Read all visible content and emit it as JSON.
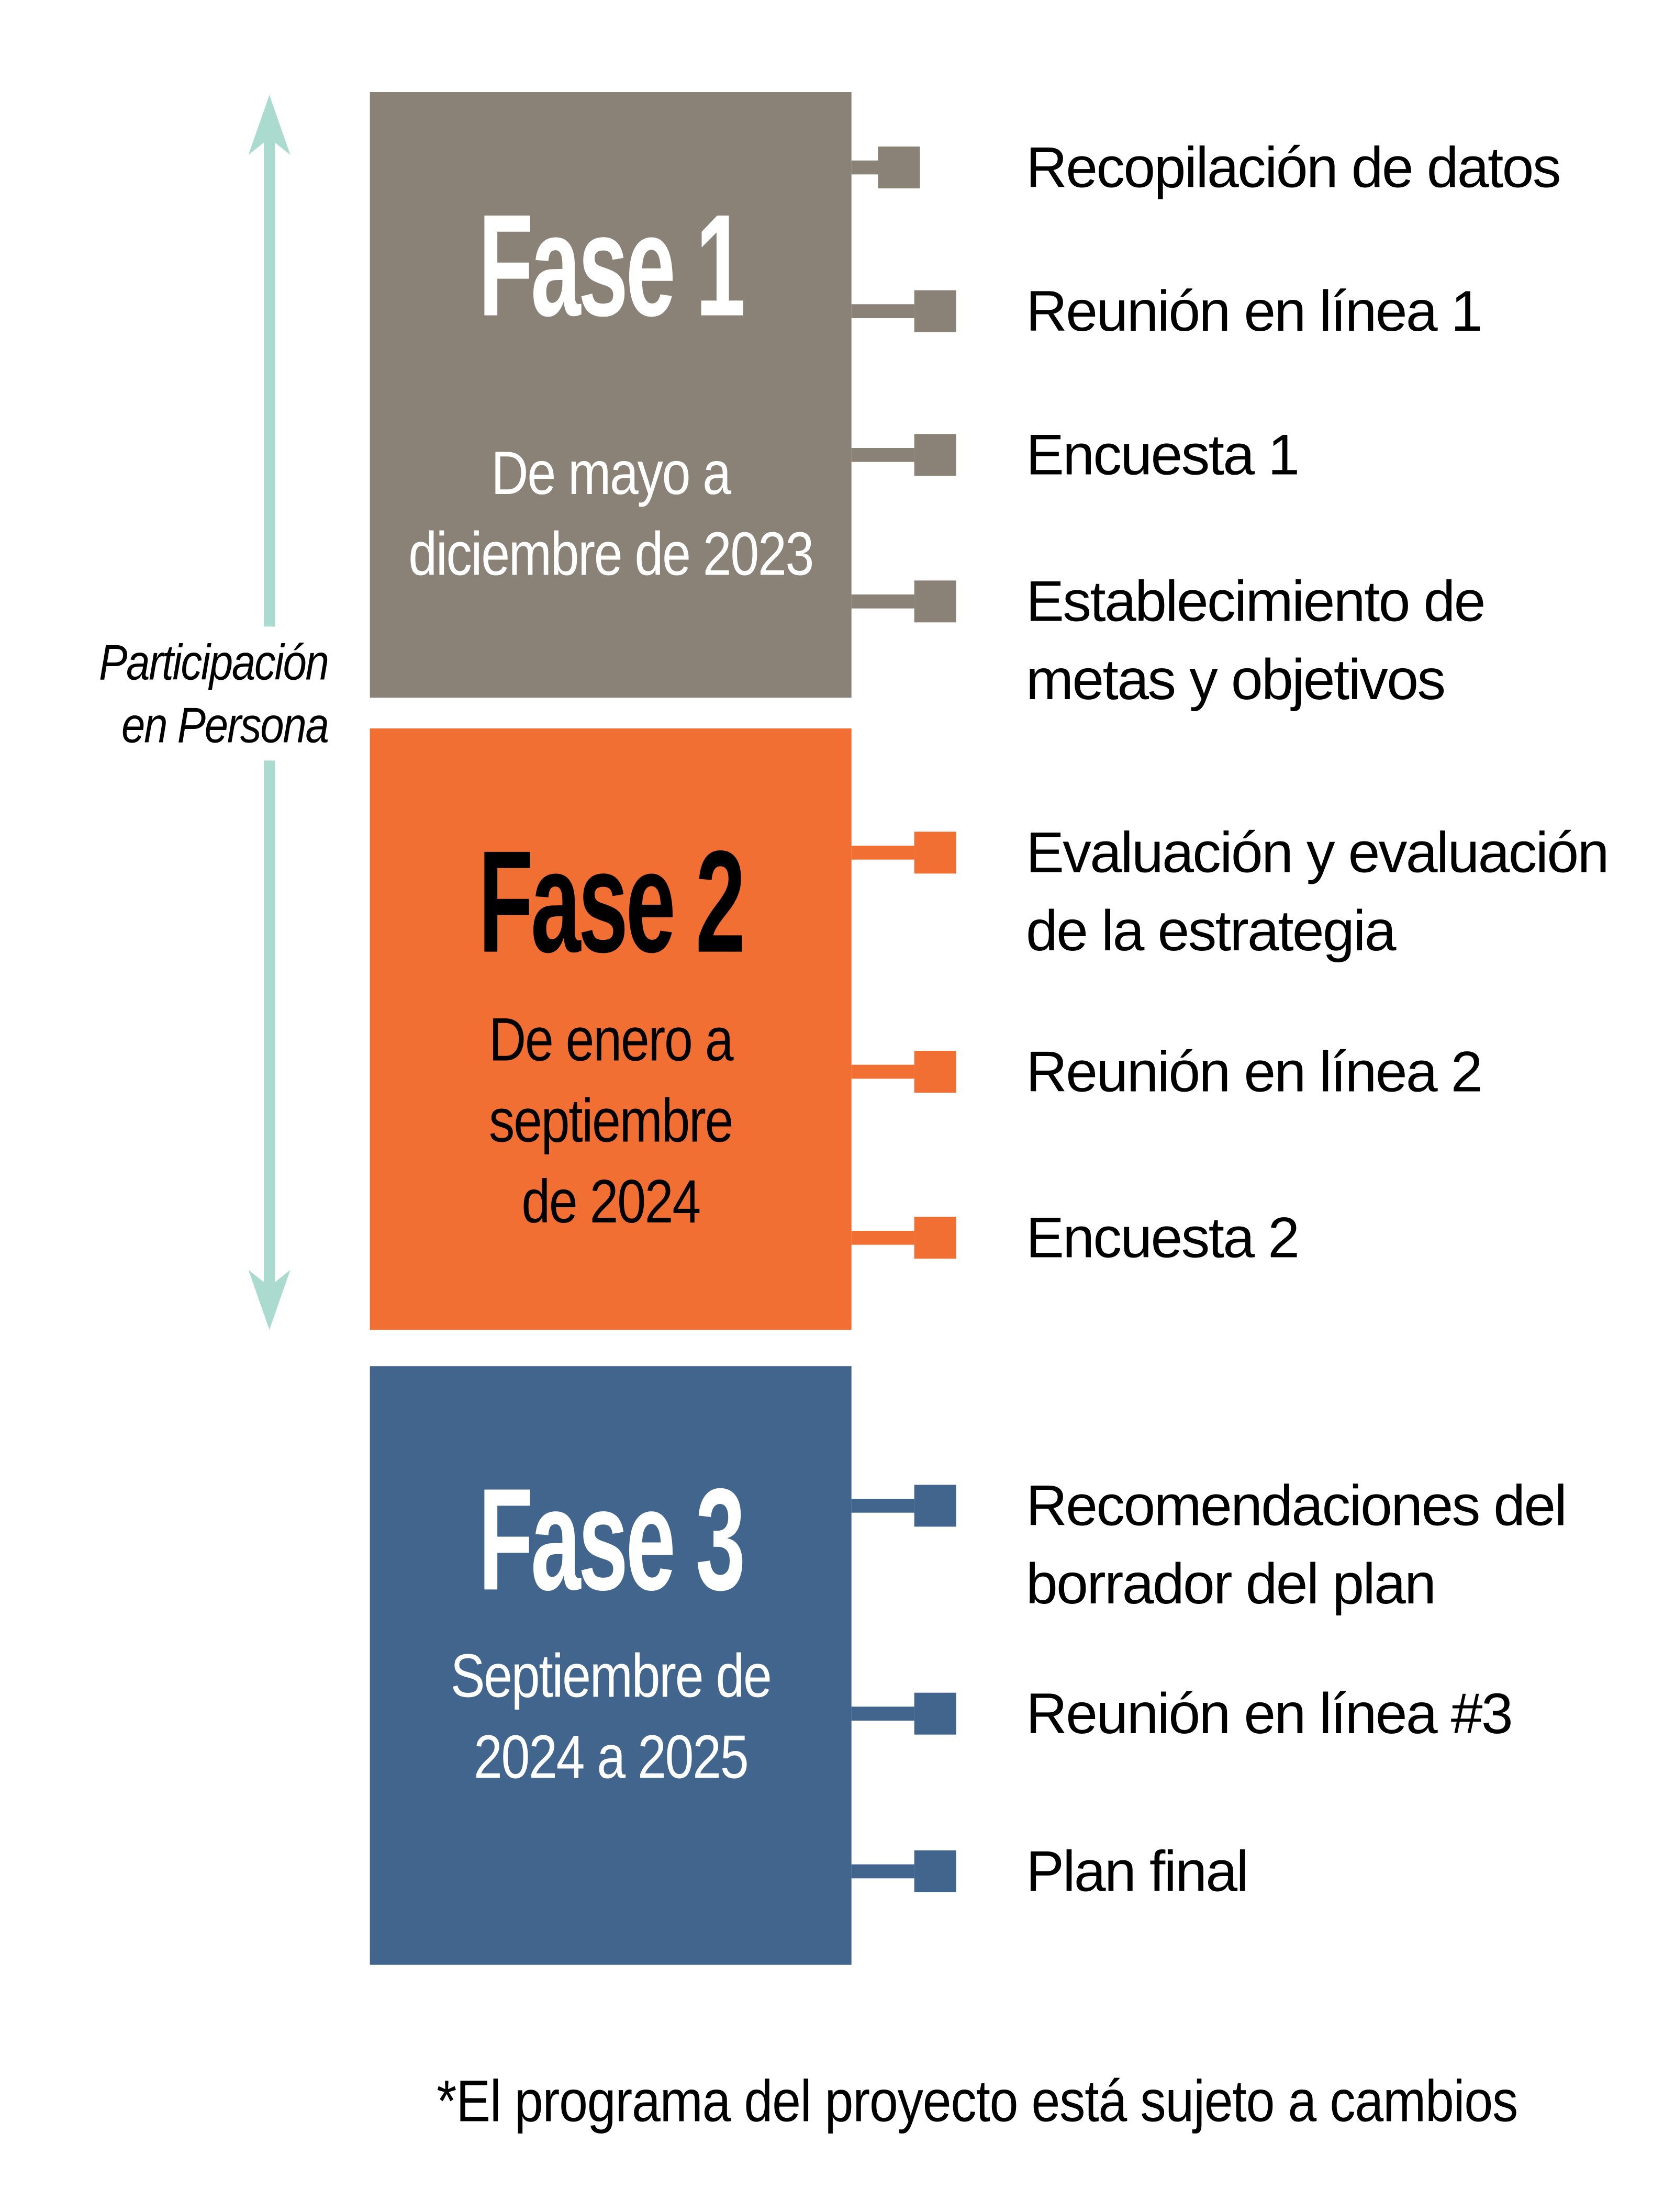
{
  "colors": {
    "phase1": "#8B8277",
    "phase2": "#F26F33",
    "phase3": "#42658E",
    "arrow": "#ABDBCE",
    "text_dark": "#000000",
    "text_light": "#FFFFFF"
  },
  "axis_label": {
    "line1": "Participación",
    "line2": "en Persona"
  },
  "phases": [
    {
      "title": "Fase 1",
      "dates": [
        "De mayo a",
        "diciembre de 2023"
      ],
      "color": "#8B8277",
      "text_color": "#FFFFFF",
      "milestones": [
        {
          "line1": "Recopilación de datos"
        },
        {
          "line1": "Reunión en línea 1"
        },
        {
          "line1": "Encuesta 1"
        },
        {
          "line1": "Establecimiento de",
          "line2": "metas y objetivos"
        }
      ]
    },
    {
      "title": "Fase 2",
      "dates": [
        "De enero a",
        "septiembre",
        "de 2024"
      ],
      "color": "#F26F33",
      "text_color": "#000000",
      "milestones": [
        {
          "line1": "Evaluación y evaluación",
          "line2": "de la estrategia"
        },
        {
          "line1": "Reunión en línea 2"
        },
        {
          "line1": "Encuesta 2"
        }
      ]
    },
    {
      "title": "Fase 3",
      "dates": [
        "Septiembre de",
        "2024 a 2025"
      ],
      "color": "#42658E",
      "text_color": "#FFFFFF",
      "milestones": [
        {
          "line1": "Recomendaciones del",
          "line2": "borrador del plan"
        },
        {
          "line1": "Reunión en línea #3"
        },
        {
          "line1": "Plan final"
        }
      ]
    }
  ],
  "footnote": "*El programa del proyecto está sujeto a cambios"
}
